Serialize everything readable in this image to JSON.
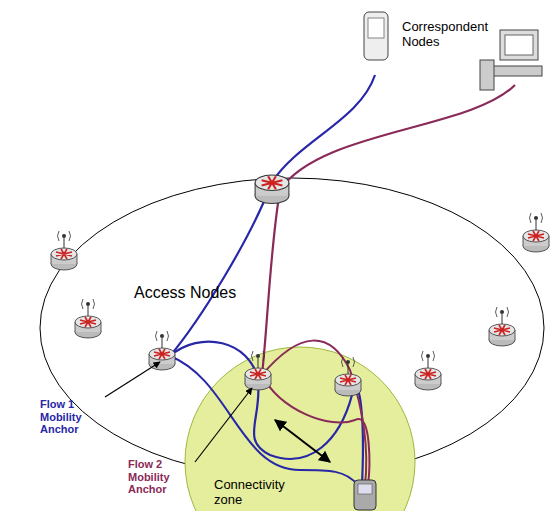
{
  "diagram": {
    "nodes": [
      {
        "text": [
          "Connectivity zone"
        ]
      }
    ],
    "labels": [
      "Correspondent Nodes",
      "Access Nodes",
      "Flow 1 Mobility Anchor",
      "Flow 2 Mobility Anchor"
    ]
  }
}
